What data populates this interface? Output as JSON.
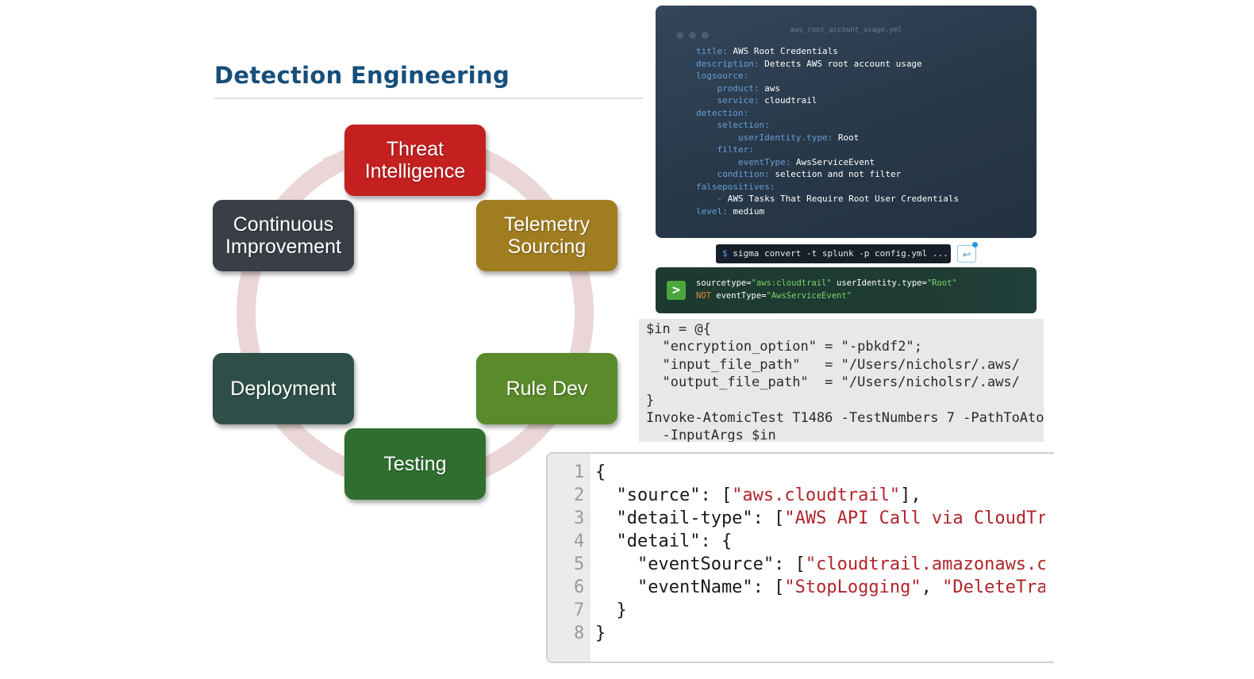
{
  "diagram": {
    "title": "Detection Engineering",
    "stages": [
      {
        "id": "threat",
        "label": "Threat\nIntelligence",
        "color": "#c42020"
      },
      {
        "id": "telemetry",
        "label": "Telemetry\nSourcing",
        "color": "#a07d20"
      },
      {
        "id": "rule",
        "label": "Rule Dev",
        "color": "#5a8a2a"
      },
      {
        "id": "testing",
        "label": "Testing",
        "color": "#2f6e2f"
      },
      {
        "id": "deployment",
        "label": "Deployment",
        "color": "#2d4f48"
      },
      {
        "id": "improvement",
        "label": "Continuous\nImprovement",
        "color": "#3a3f47"
      }
    ],
    "ring_color": "#ead6d6"
  },
  "sigma": {
    "filename": "aws_root_account_usage.yml",
    "lines": [
      {
        "k": "title: ",
        "v": "AWS Root Credentials"
      },
      {
        "k": "description: ",
        "v": "Detects AWS root account usage"
      },
      {
        "k": "logsource:",
        "v": ""
      },
      {
        "k": "    product: ",
        "v": "aws"
      },
      {
        "k": "    service: ",
        "v": "cloudtrail"
      },
      {
        "k": "detection:",
        "v": ""
      },
      {
        "k": "    selection:",
        "v": ""
      },
      {
        "k": "        userIdentity.type: ",
        "v": "Root"
      },
      {
        "k": "    filter:",
        "v": ""
      },
      {
        "k": "        eventType: ",
        "v": "AwsServiceEvent"
      },
      {
        "k": "    condition: ",
        "v": "selection and not filter"
      },
      {
        "k": "falsepositives:",
        "v": ""
      },
      {
        "k": "    - ",
        "v": "AWS Tasks That Require Root User Credentials"
      },
      {
        "k": "level: ",
        "v": "medium"
      }
    ]
  },
  "command": {
    "prompt": "$",
    "text": " sigma convert -t splunk -p config.yml ..."
  },
  "splunk": {
    "line1": [
      {
        "t": "sourcetype=",
        "c": ""
      },
      {
        "t": "\"aws:cloudtrail\"",
        "c": "sv"
      },
      {
        "t": " userIdentity.type=",
        "c": ""
      },
      {
        "t": "\"Root\"",
        "c": "sv"
      }
    ],
    "line2": [
      {
        "t": "NOT",
        "c": "snot"
      },
      {
        "t": " eventType=",
        "c": ""
      },
      {
        "t": "\"AwsServiceEvent\"",
        "c": "sv"
      }
    ]
  },
  "powershell": {
    "code": "$in = @{\n  \"encryption_option\" = \"-pbkdf2\";\n  \"input_file_path\"   = \"/Users/nicholsr/.aws/\n  \"output_file_path\"  = \"/Users/nicholsr/.aws/\n}\nInvoke-AtomicTest T1486 -TestNumbers 7 -PathToAtomics\n  -InputArgs $in"
  },
  "json_rule": {
    "line_numbers": [
      "1",
      "2",
      "3",
      "4",
      "5",
      "6",
      "7",
      "8"
    ],
    "lines": [
      [
        {
          "t": "{",
          "c": ""
        }
      ],
      [
        {
          "t": "  \"source\": [",
          "c": ""
        },
        {
          "t": "\"aws.cloudtrail\"",
          "c": "js"
        },
        {
          "t": "],",
          "c": ""
        }
      ],
      [
        {
          "t": "  \"detail-type\": [",
          "c": ""
        },
        {
          "t": "\"AWS API Call via CloudTrail\"",
          "c": "js"
        }
      ],
      [
        {
          "t": "  \"detail\": {",
          "c": ""
        }
      ],
      [
        {
          "t": "    \"eventSource\": [",
          "c": ""
        },
        {
          "t": "\"cloudtrail.amazonaws.com\"",
          "c": "js"
        }
      ],
      [
        {
          "t": "    \"eventName\": [",
          "c": ""
        },
        {
          "t": "\"StopLogging\"",
          "c": "js"
        },
        {
          "t": ", ",
          "c": ""
        },
        {
          "t": "\"DeleteTrail\"",
          "c": "js"
        }
      ],
      [
        {
          "t": "  }",
          "c": ""
        }
      ],
      [
        {
          "t": "}",
          "c": ""
        }
      ]
    ]
  }
}
